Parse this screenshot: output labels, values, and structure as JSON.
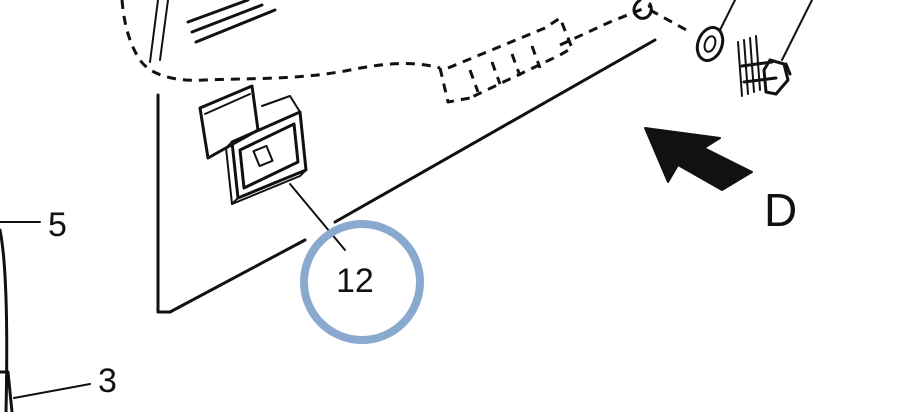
{
  "callouts": {
    "part_5": "5",
    "part_3": "3",
    "part_12": "12"
  },
  "view_label": "D",
  "colors": {
    "ink": "#111111",
    "highlight_ring": "#8aa9cf",
    "background": "#ffffff"
  }
}
